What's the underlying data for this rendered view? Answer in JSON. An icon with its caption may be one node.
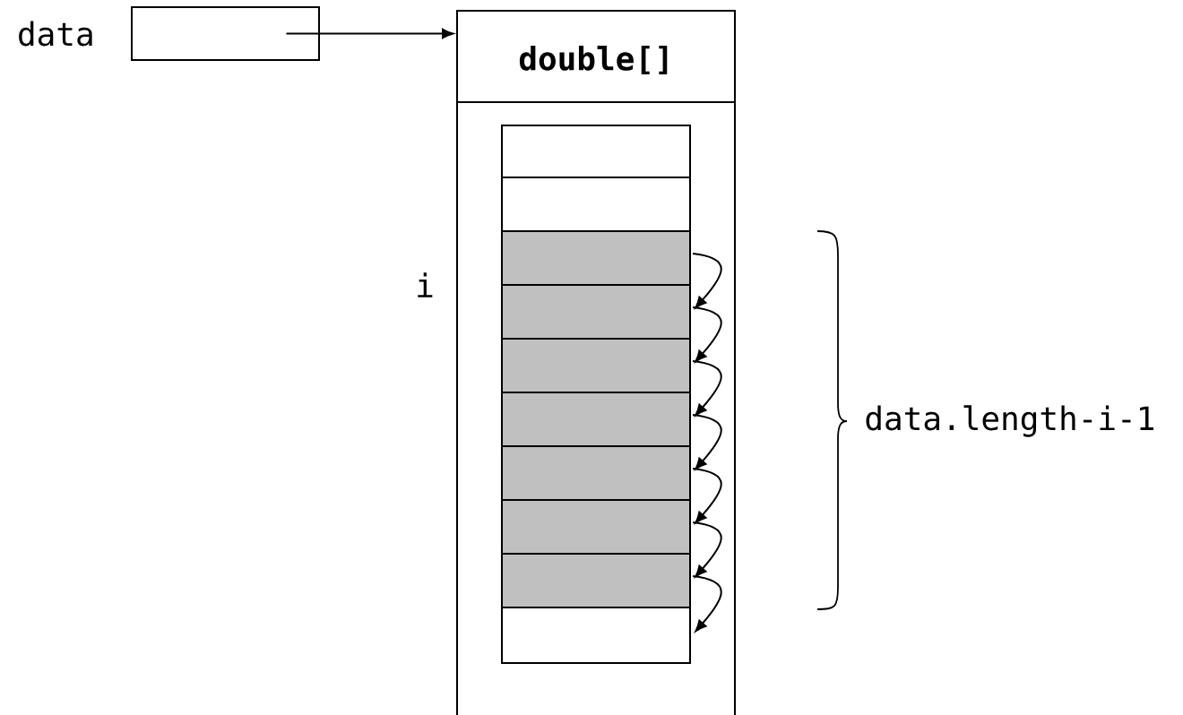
{
  "diagram": {
    "nodes": [
      {
        "text": [],
        "shape": "box",
        "beside": [
          "data"
        ]
      },
      {
        "text": [
          "double[]"
        ]
      },
      {
        "text": [],
        "shape": "box",
        "in": 1
      },
      {
        "text": [],
        "shape": "box",
        "in": 1
      },
      {
        "text": [],
        "shape": "box",
        "in": 1,
        "beside": [
          "i"
        ]
      },
      {
        "text": [],
        "shape": "box",
        "in": 1
      },
      {
        "text": [],
        "shape": "box",
        "in": 1
      },
      {
        "text": [],
        "shape": "box",
        "in": 1
      },
      {
        "text": [],
        "shape": "box",
        "in": 1
      },
      {
        "text": [],
        "shape": "box",
        "in": 1
      },
      {
        "text": [],
        "shape": "box",
        "in": 1
      },
      {
        "text": [],
        "shape": "box",
        "in": 1
      }
    ],
    "edges": [
      {
        "from": 0,
        "to": 1,
        "arrow": "to"
      },
      {
        "from": 4,
        "to": 5,
        "arrow": "to"
      },
      {
        "from": 5,
        "to": 6,
        "arrow": "to"
      },
      {
        "from": 6,
        "to": 7,
        "arrow": "to"
      },
      {
        "from": 7,
        "to": 8,
        "arrow": "to"
      },
      {
        "from": 8,
        "to": 9,
        "arrow": "to"
      },
      {
        "from": 9,
        "to": 10,
        "arrow": "to"
      },
      {
        "from": 10,
        "to": 11,
        "arrow": "to"
      }
    ],
    "labels": [
      "data.length-i-1"
    ]
  }
}
